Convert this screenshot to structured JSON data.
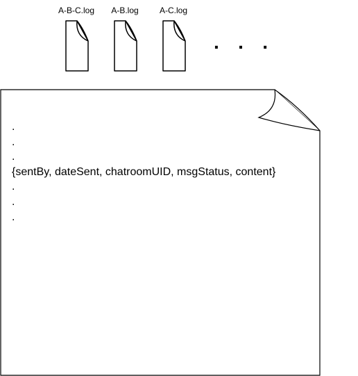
{
  "files": [
    {
      "name": "A-B-C.log",
      "icon": "file-icon"
    },
    {
      "name": "A-B.log",
      "icon": "file-icon"
    },
    {
      "name": "A-C.log",
      "icon": "file-icon"
    }
  ],
  "ellipsis": "· · ·",
  "document": {
    "lines": [
      ".",
      ".",
      ".",
      "{sentBy, dateSent, chatroomUID, msgStatus, content}",
      ".",
      ".",
      "."
    ]
  }
}
